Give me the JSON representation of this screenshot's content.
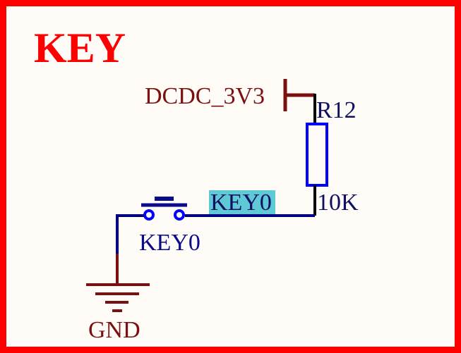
{
  "title": "KEY",
  "power": {
    "net_label": "DCDC_3V3"
  },
  "resistor": {
    "designator": "R12",
    "value": "10K"
  },
  "net_key": {
    "label": "KEY0"
  },
  "switch": {
    "designator": "KEY0"
  },
  "ground": {
    "label": "GND"
  },
  "colors": {
    "border": "#ff0000",
    "background": "#fffcf8",
    "wire": "#000080",
    "power_symbol": "#7a1010",
    "component_body": "#0000ff",
    "net_label_highlight": "#5fc9d6"
  }
}
